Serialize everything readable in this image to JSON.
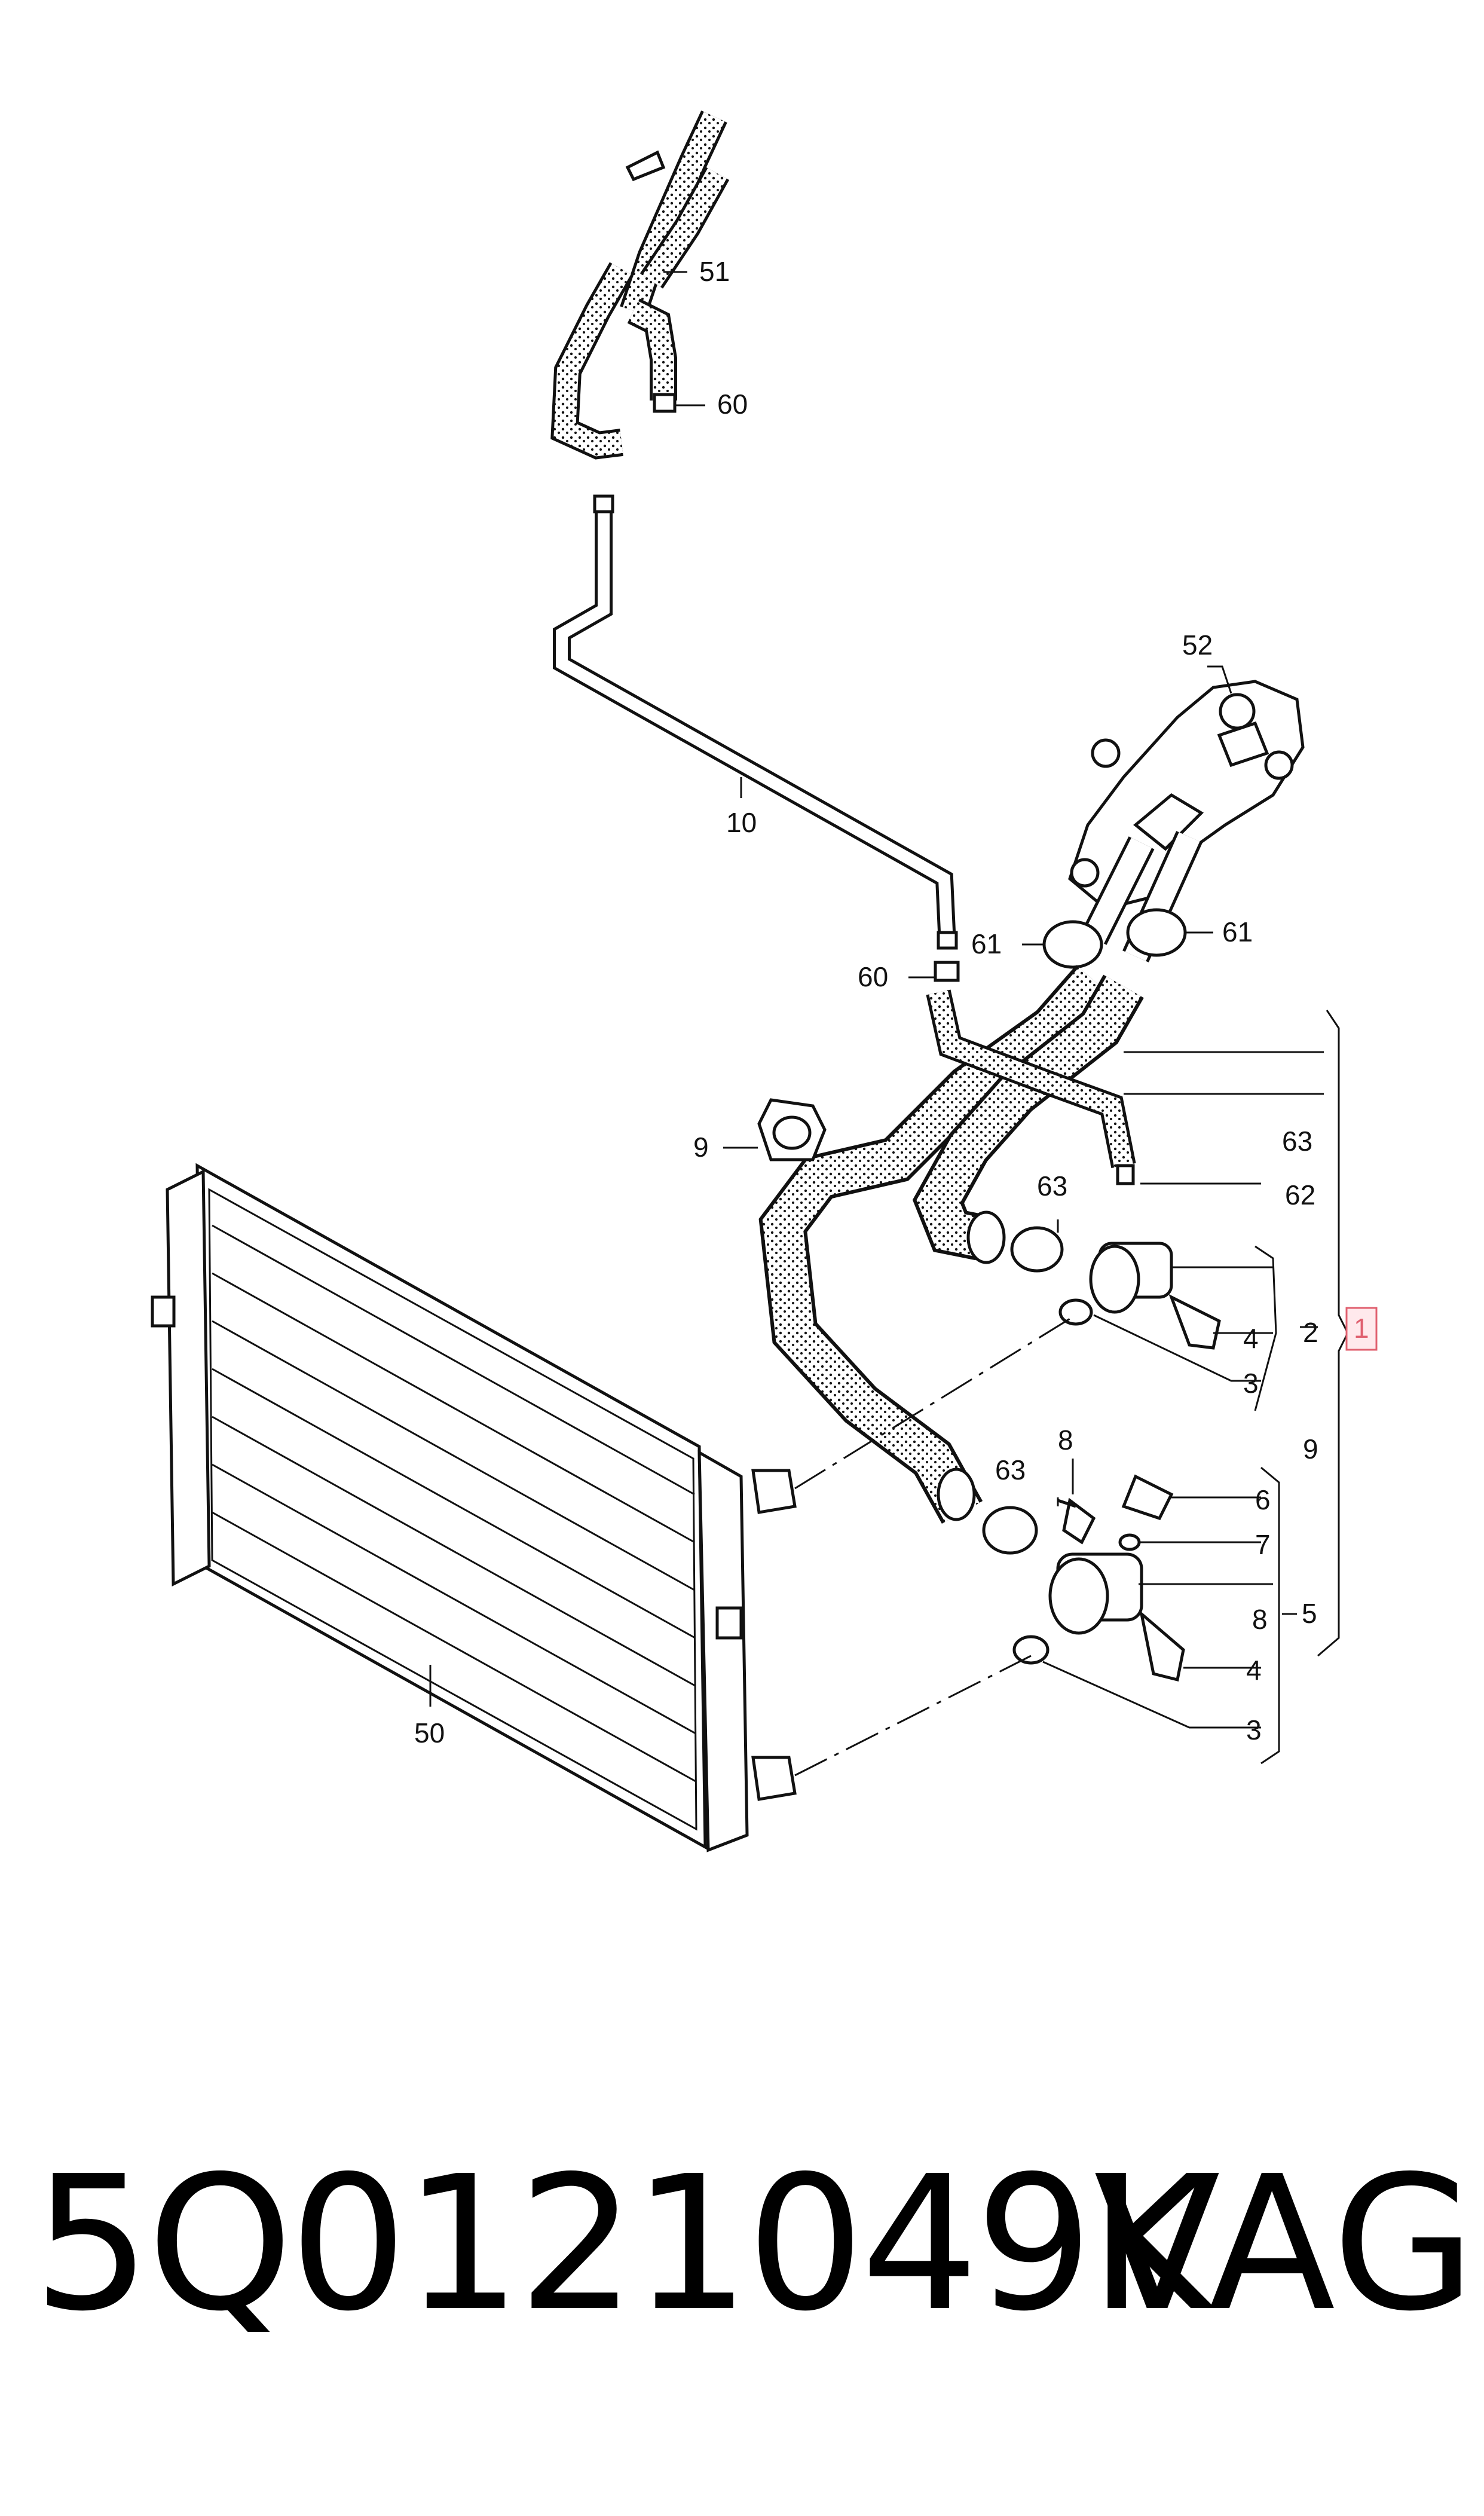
{
  "callouts": {
    "c51": "51",
    "c60a": "60",
    "c52": "52",
    "c10": "10",
    "c61a": "61",
    "c61b": "61",
    "c60b": "60",
    "c63a": "63",
    "c9a": "9",
    "c63b": "63",
    "c62": "62",
    "c2": "2",
    "c4a": "4",
    "c1": "1",
    "c3a": "3",
    "c9b": "9",
    "c8a": "8",
    "c63c": "63",
    "c6": "6",
    "c7": "7",
    "c8b": "8",
    "c5": "5",
    "c4b": "4",
    "c3b": "3",
    "c50": "50"
  },
  "footer": {
    "part_number": "5Q0121049K",
    "brand": "VAG"
  },
  "colors": {
    "line": "#111111",
    "highlight_border": "#e0606f",
    "highlight_fill": "#ffe9ec"
  }
}
